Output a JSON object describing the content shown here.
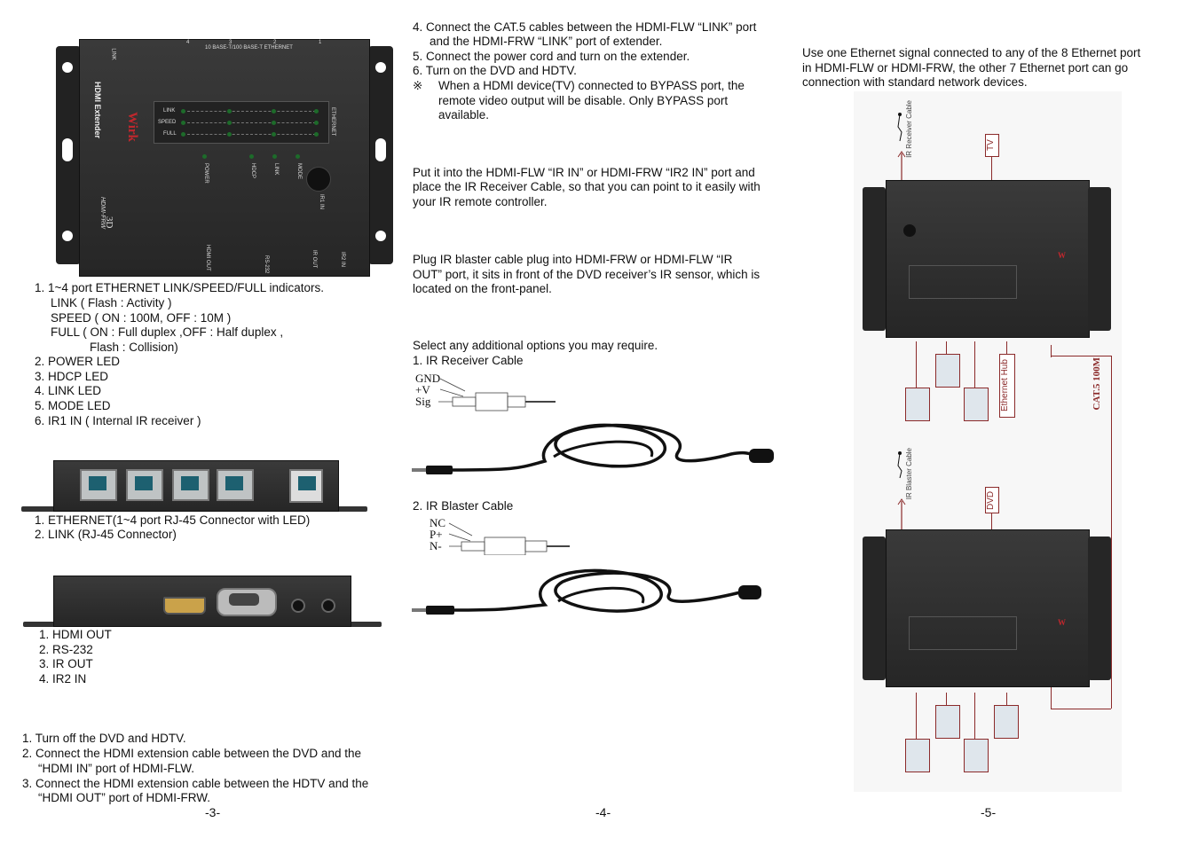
{
  "page3": {
    "device_top": {
      "brand": "Wirk",
      "product": "HDMI Extender",
      "model": "HDMI-FRW",
      "badge_3d": "3D",
      "port_header": "10 BASE-T/100 BASE-T ETHERNET",
      "port_numbers": [
        "4",
        "3",
        "2",
        "1"
      ],
      "row_labels": [
        "LINK",
        "SPEED",
        "FULL"
      ],
      "side_label": "ETHERNET",
      "link_top": "LINK",
      "status_leds": [
        "POWER",
        "HDCP",
        "LINK",
        "MODE"
      ],
      "ir_label": "IR1 IN",
      "bottom_ports": [
        "HDMI OUT",
        "RS-232",
        "IR OUT",
        "IR2 IN"
      ]
    },
    "list1": [
      "1. 1~4 port ETHERNET LINK/SPEED/FULL indicators.",
      "LINK ( Flash : Activity )",
      "SPEED ( ON : 100M, OFF : 10M )",
      "FULL ( ON : Full duplex ,OFF : Half duplex ,",
      "Flash : Collision)",
      "2. POWER LED",
      "3. HDCP LED",
      "4. LINK LED",
      "5. MODE LED",
      "6. IR1 IN ( Internal IR receiver )"
    ],
    "list2": [
      "1. ETHERNET(1~4 port RJ-45 Connector with LED)",
      "2. LINK (RJ-45 Connector)"
    ],
    "list3": [
      "1. HDMI OUT",
      "2. RS-232",
      "3. IR OUT",
      "4. IR2 IN"
    ],
    "steps": [
      "1. Turn off the DVD and HDTV.",
      "2. Connect the HDMI extension cable between the DVD and the",
      "“HDMI IN” port of HDMI-FLW.",
      "3. Connect the HDMI extension cable between the HDTV and the",
      "“HDMI OUT” port of HDMI-FRW."
    ],
    "page_number": "-3-"
  },
  "page4": {
    "steps": [
      "4. Connect the CAT.5 cables between the HDMI-FLW “LINK” port",
      "and the HDMI-FRW “LINK” port of extender.",
      "5. Connect the power cord and turn on the extender.",
      "6. Turn on the DVD and HDTV."
    ],
    "note_mark": "※",
    "note": [
      "When a HDMI device(TV) connected to BYPASS port, the",
      "remote video output will be disable. Only BYPASS port",
      "available."
    ],
    "ir_in_para": [
      "Put it into the HDMI-FLW “IR IN” or HDMI-FRW “IR2 IN” port and",
      "place the IR Receiver Cable, so that you can point to it easily with",
      "your IR remote controller."
    ],
    "ir_out_para": [
      "Plug IR blaster cable plug into HDMI-FRW or HDMI-FLW “IR",
      "OUT” port, it sits in front of the DVD receiver’s IR sensor, which is",
      "located on the front-panel."
    ],
    "options": [
      "Select any additional options you may require.",
      "1. IR Receiver Cable"
    ],
    "receiver_pins": [
      "GND",
      "+V",
      "Sig"
    ],
    "blaster_title": "2. IR Blaster Cable",
    "blaster_pins": [
      "NC",
      "P+",
      "N-"
    ],
    "page_number": "-4-"
  },
  "page5": {
    "intro": [
      "Use one Ethernet signal connected to any of the 8 Ethernet port",
      "in HDMI-FLW or HDMI-FRW, the other 7 Ethernet port can go",
      "connection with standard network devices."
    ],
    "ir_receiver_cable": "IR Receiver Cable",
    "ir_blaster_cable": "IR Blaster Cable",
    "tv": "TV",
    "dvd": "DVD",
    "ethernet_hub": "Ethernet Hub",
    "cat5": "CAT.5 100M",
    "page_number": "-5-"
  }
}
